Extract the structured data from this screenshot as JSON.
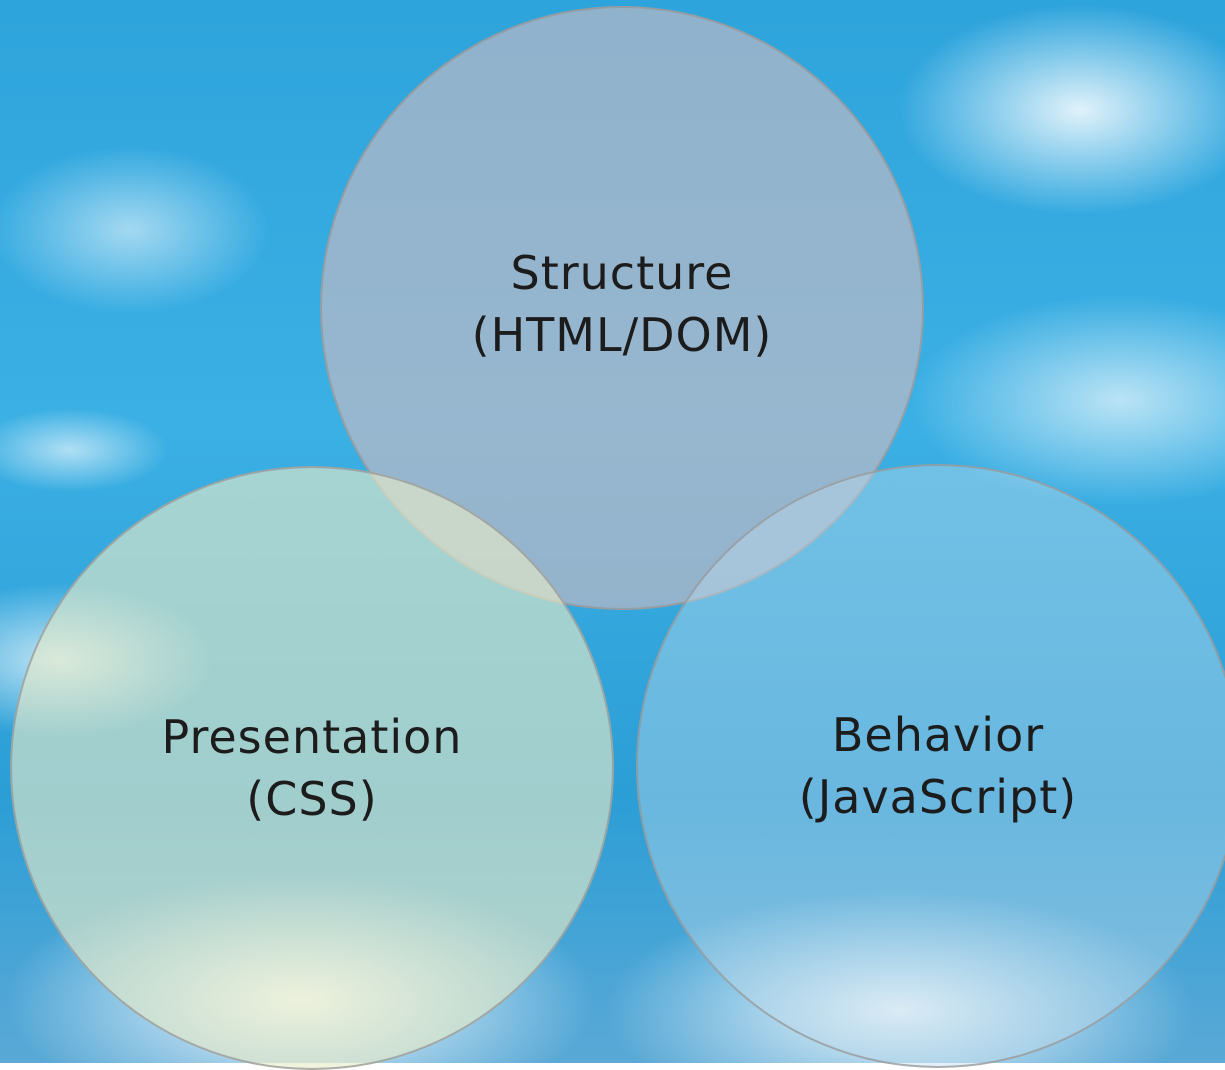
{
  "diagram": {
    "circles": [
      {
        "id": "structure",
        "line1": "Structure",
        "line2": "(HTML/DOM)"
      },
      {
        "id": "presentation",
        "line1": "Presentation",
        "line2": "(CSS)"
      },
      {
        "id": "behavior",
        "line1": "Behavior",
        "line2": "(JavaScript)"
      }
    ]
  },
  "colors": {
    "structure_fill": "#e1bebe",
    "presentation_fill": "#e8ecc8",
    "behavior_fill": "#bedceb",
    "circle_border": "#969696",
    "sky": "#2ea4dc"
  }
}
